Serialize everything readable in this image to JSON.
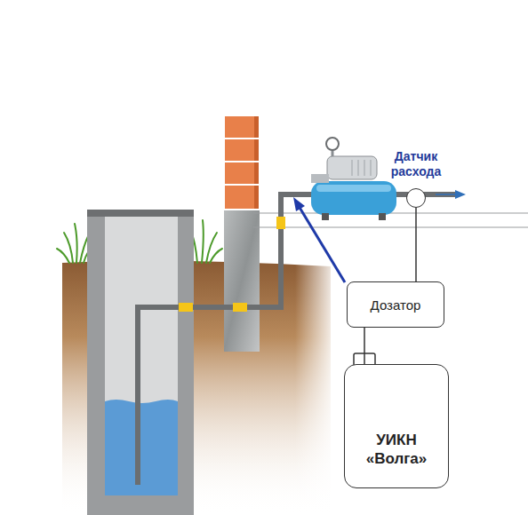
{
  "diagram": {
    "nodes": [
      {
        "text": [
          "Датчик расхода"
        ]
      },
      {
        "text": [
          "Дозатор"
        ]
      },
      {
        "text": [
          "УИКН «Волга»"
        ]
      }
    ],
    "edges": [
      {
        "from": 0,
        "to": 1,
        "arrow": "none"
      },
      {
        "from": 1,
        "to": 2,
        "arrow": "none"
      }
    ]
  }
}
